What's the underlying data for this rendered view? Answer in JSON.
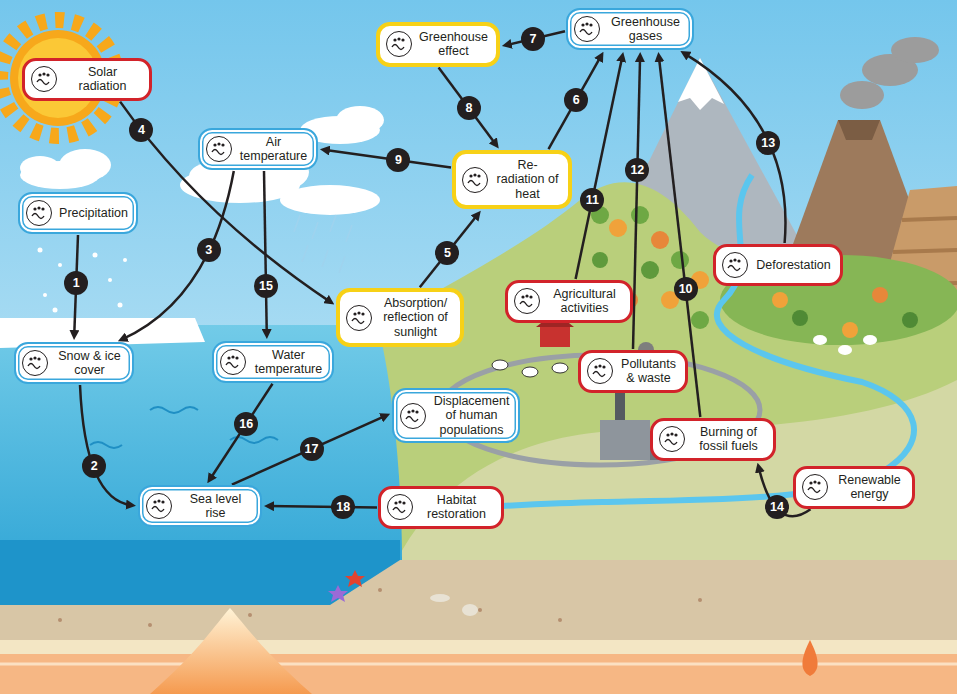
{
  "diagram": {
    "nodes": [
      {
        "text": [
          "Solar radiation"
        ]
      },
      {
        "text": [
          "Greenhouse effect"
        ]
      },
      {
        "text": [
          "Greenhouse gases"
        ]
      },
      {
        "text": [
          "Air temperature"
        ]
      },
      {
        "text": [
          "Re-radiation of heat"
        ]
      },
      {
        "text": [
          "Precipitation"
        ]
      },
      {
        "text": [
          "Absorption/ reflection of sunlight"
        ]
      },
      {
        "text": [
          "Agricultural activities"
        ]
      },
      {
        "text": [
          "Deforestation"
        ]
      },
      {
        "text": [
          "Snow & ice cover"
        ]
      },
      {
        "text": [
          "Water temperature"
        ]
      },
      {
        "text": [
          "Pollutants & waste"
        ]
      },
      {
        "text": [
          "Displacement of human populations"
        ]
      },
      {
        "text": [
          "Burning of fossil fuels"
        ]
      },
      {
        "text": [
          "Renewable energy"
        ]
      },
      {
        "text": [
          "Sea level rise"
        ]
      },
      {
        "text": [
          "Habitat restoration"
        ]
      }
    ],
    "edges": [
      {
        "from": 5,
        "to": 9,
        "label": "1",
        "arrow": "to"
      },
      {
        "from": 9,
        "to": 15,
        "label": "2",
        "arrow": "to"
      },
      {
        "from": 3,
        "to": 9,
        "label": "3",
        "arrow": "to"
      },
      {
        "from": 0,
        "to": 6,
        "label": "4",
        "arrow": "to"
      },
      {
        "from": 6,
        "to": 4,
        "label": "5",
        "arrow": "to"
      },
      {
        "from": 4,
        "to": 2,
        "label": "6",
        "arrow": "to"
      },
      {
        "from": 2,
        "to": 1,
        "label": "7",
        "arrow": "to"
      },
      {
        "from": 1,
        "to": 4,
        "label": "8",
        "arrow": "to"
      },
      {
        "from": 4,
        "to": 3,
        "label": "9",
        "arrow": "to"
      },
      {
        "from": 13,
        "to": 2,
        "label": "10",
        "arrow": "to"
      },
      {
        "from": 7,
        "to": 2,
        "label": "11",
        "arrow": "to"
      },
      {
        "from": 11,
        "to": 2,
        "label": "12",
        "arrow": "to"
      },
      {
        "from": 8,
        "to": 2,
        "label": "13",
        "arrow": "to"
      },
      {
        "from": 14,
        "to": 13,
        "label": "14",
        "arrow": "to"
      },
      {
        "from": 3,
        "to": 10,
        "label": "15",
        "arrow": "to"
      },
      {
        "from": 10,
        "to": 15,
        "label": "16",
        "arrow": "to"
      },
      {
        "from": 15,
        "to": 12,
        "label": "17",
        "arrow": "to"
      },
      {
        "from": 16,
        "to": 15,
        "label": "18",
        "arrow": "to"
      }
    ]
  }
}
